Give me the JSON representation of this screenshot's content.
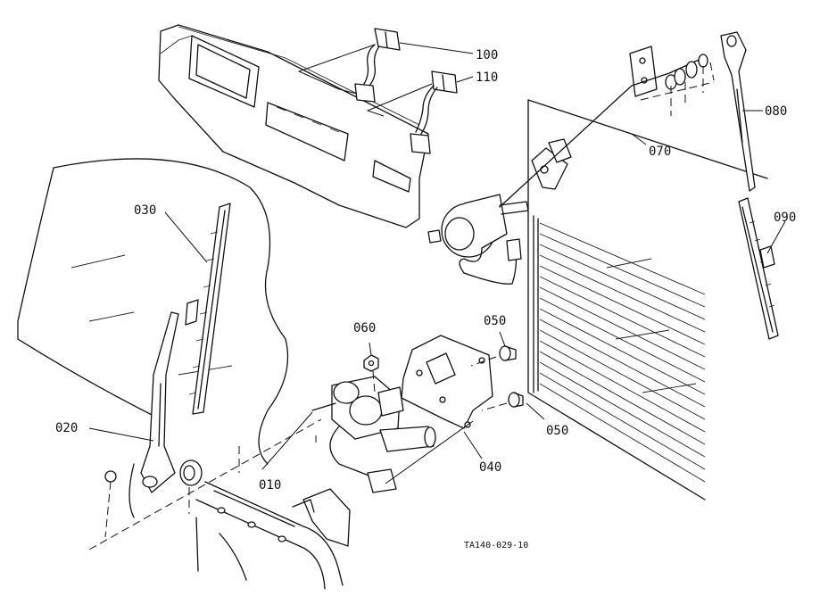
{
  "diagram": {
    "reference_code": "TA140-029-10",
    "callouts": [
      {
        "id": "100",
        "text": "100"
      },
      {
        "id": "110",
        "text": "110"
      },
      {
        "id": "080",
        "text": "080"
      },
      {
        "id": "070",
        "text": "070"
      },
      {
        "id": "030",
        "text": "030"
      },
      {
        "id": "090",
        "text": "090"
      },
      {
        "id": "060",
        "text": "060"
      },
      {
        "id": "050a",
        "text": "050"
      },
      {
        "id": "050b",
        "text": "050"
      },
      {
        "id": "020",
        "text": "020"
      },
      {
        "id": "040",
        "text": "040"
      },
      {
        "id": "010",
        "text": "010"
      }
    ]
  }
}
